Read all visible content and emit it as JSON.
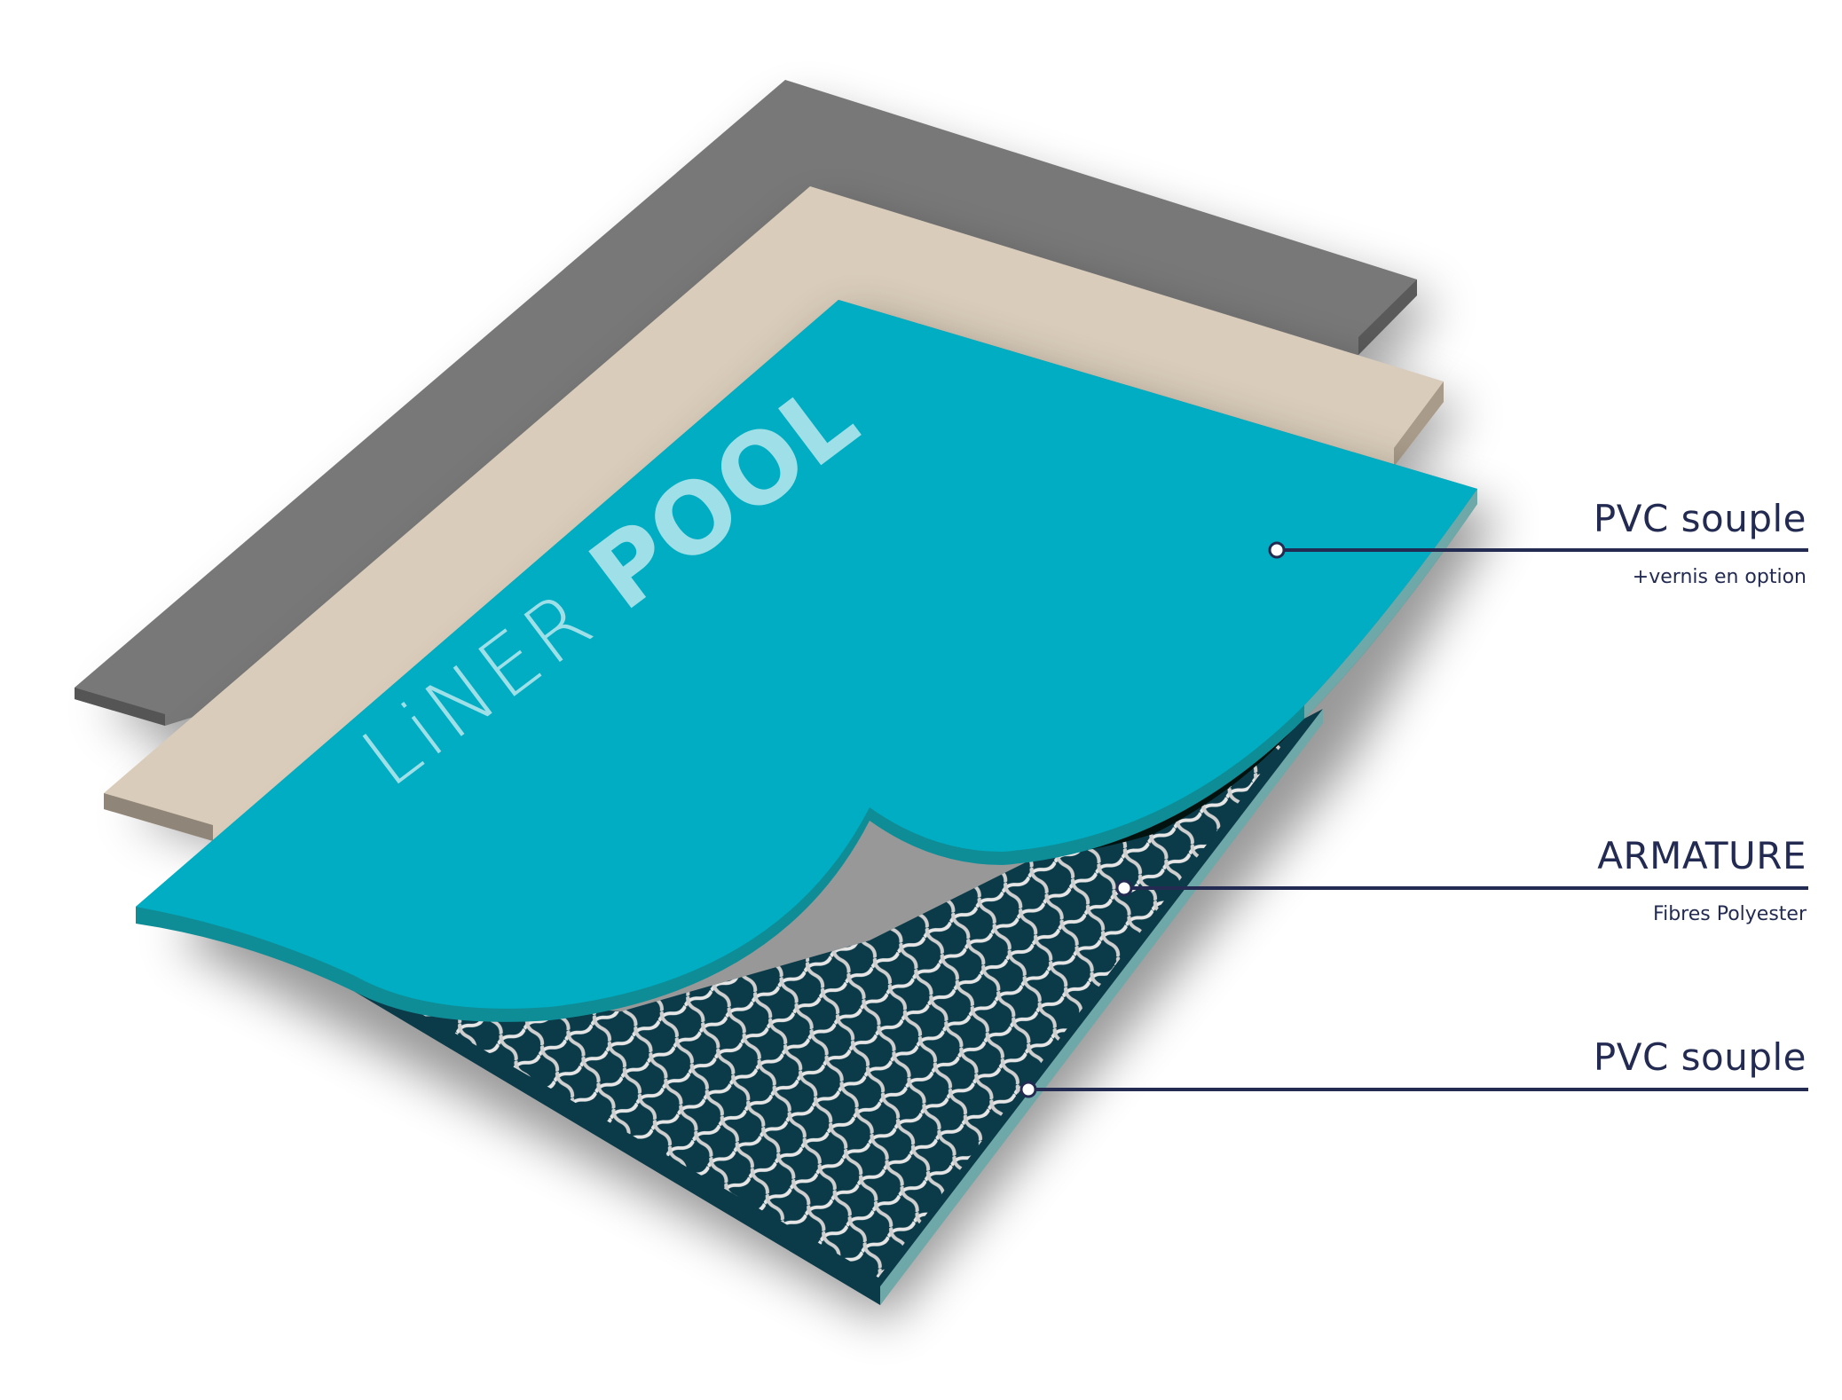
{
  "logo": {
    "text_light": "LiNER",
    "text_bold": "POOL"
  },
  "colors": {
    "text": "#232b52",
    "teal": "#00adc2",
    "grey": "#777777",
    "beige": "#d8cbb8",
    "dark": "#0b3a48",
    "logo": "#9fe0e8"
  },
  "layers": [
    {
      "title": "PVC souple",
      "subtitle": "+vernis en option"
    },
    {
      "title": "ARMATURE",
      "subtitle": "Fibres Polyester"
    },
    {
      "title": "PVC souple",
      "subtitle": ""
    }
  ]
}
